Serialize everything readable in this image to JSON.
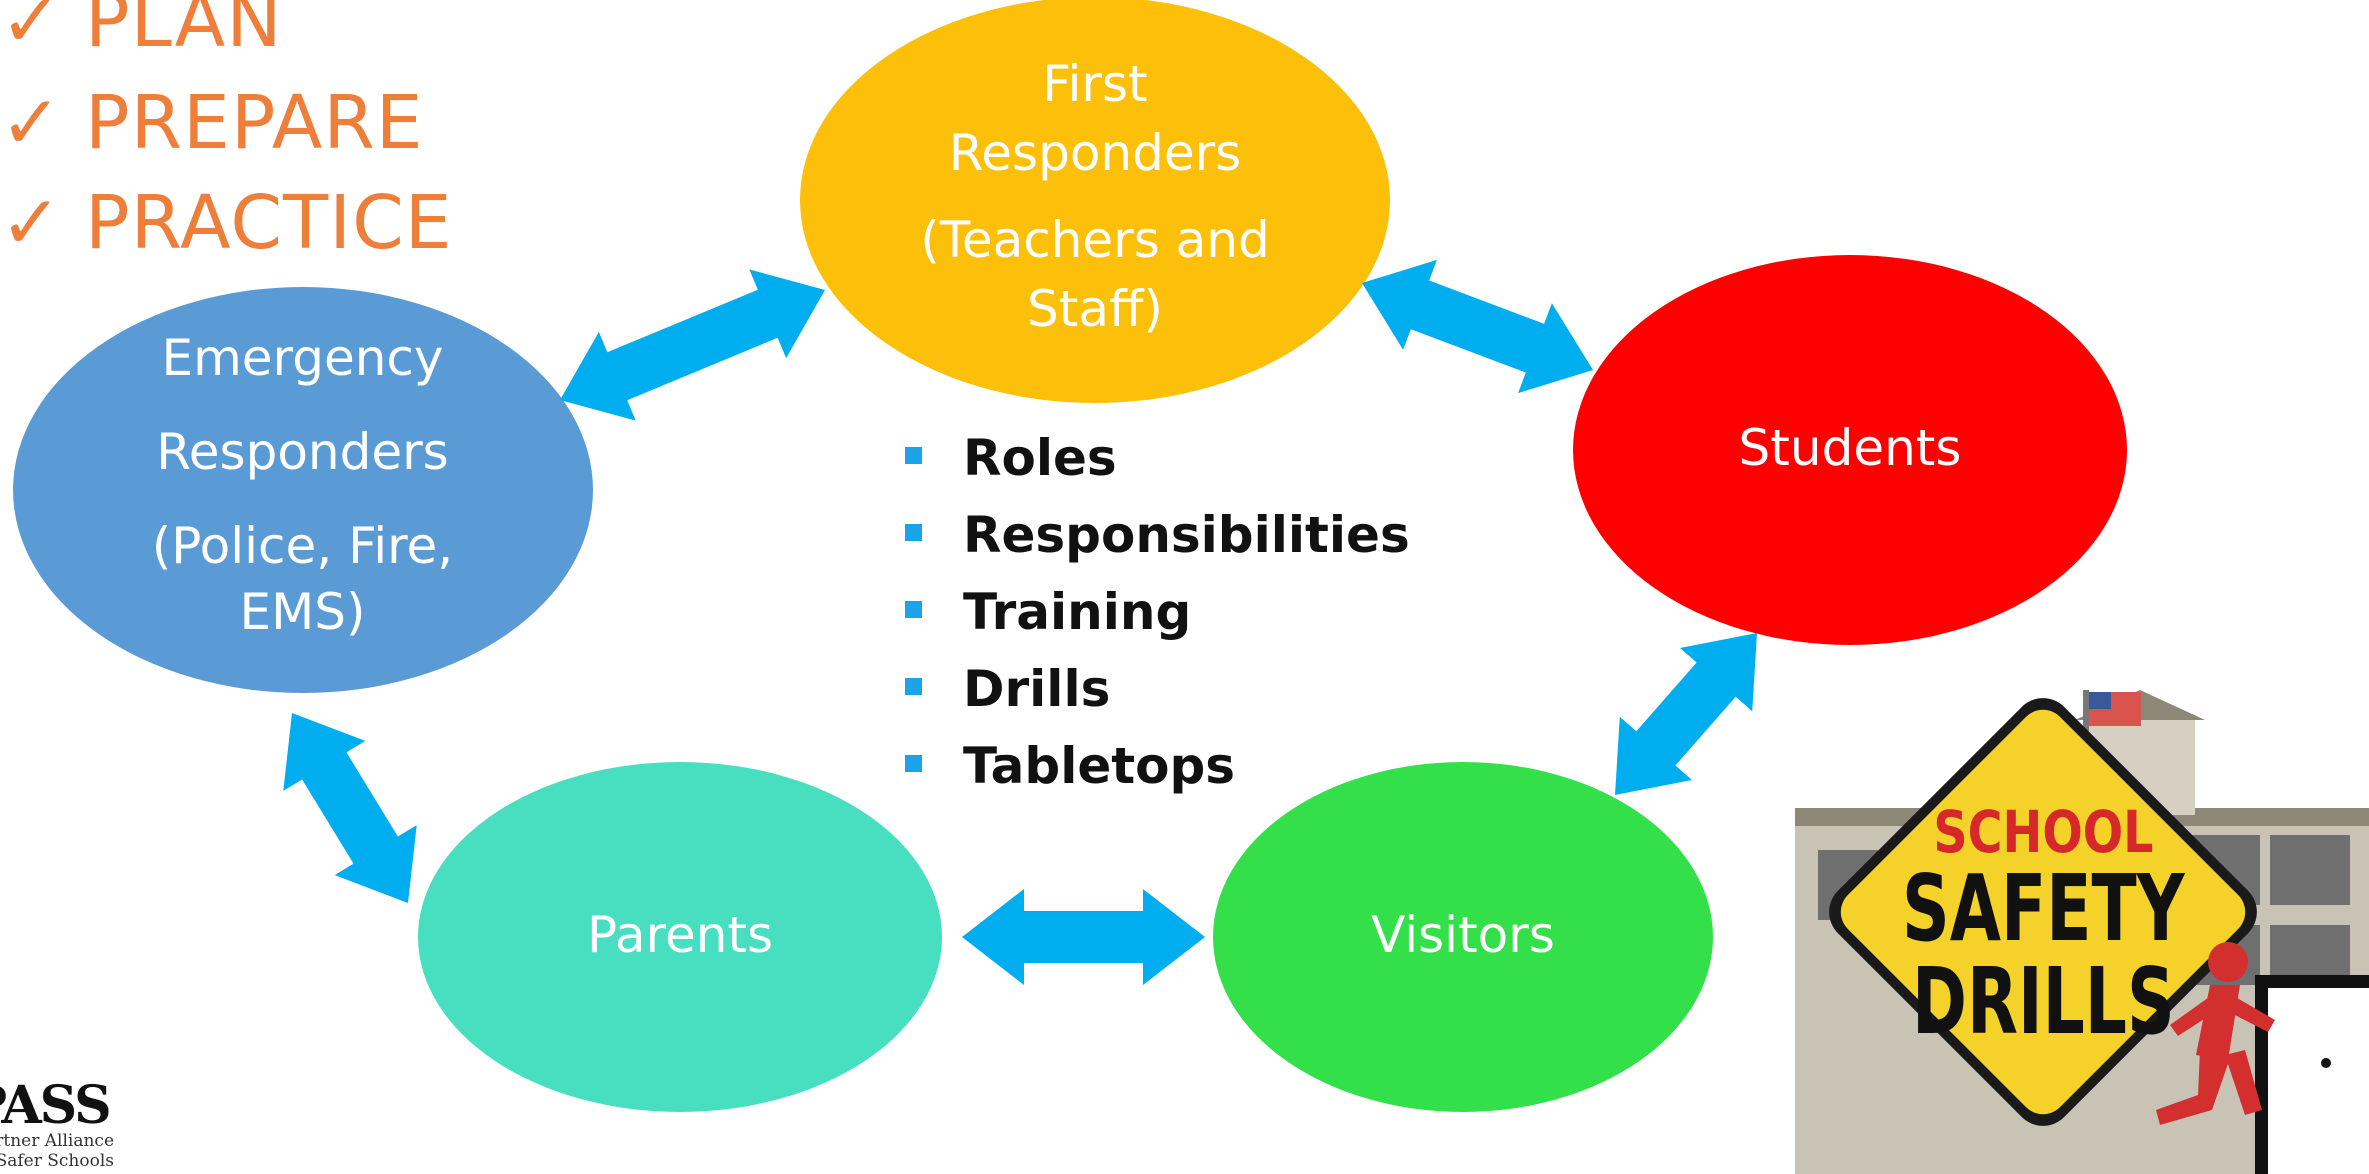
{
  "checklist": [
    {
      "mark": "✓",
      "label": "PLAN"
    },
    {
      "mark": "✓",
      "label": "PREPARE"
    },
    {
      "mark": "✓",
      "label": "PRACTICE"
    }
  ],
  "nodes": {
    "first_responders": {
      "lines": [
        "First",
        "Responders",
        "(Teachers and",
        "Staff)"
      ],
      "color": "#fcbf0a"
    },
    "emergency_responders": {
      "lines": [
        "Emergency",
        "Responders",
        "(Police, Fire,",
        "EMS)"
      ],
      "color": "#5b9bd5"
    },
    "students": {
      "lines": [
        "Students"
      ],
      "color": "#ff0000"
    },
    "parents": {
      "lines": [
        "Parents"
      ],
      "color": "#48dfc0"
    },
    "visitors": {
      "lines": [
        "Visitors"
      ],
      "color": "#33e04a"
    }
  },
  "arrow_color": "#00aeef",
  "bullets": [
    "Roles",
    "Responsibilities",
    "Training",
    "Drills",
    "Tabletops"
  ],
  "safety_sign": {
    "line1": "SCHOOL",
    "line2": "SAFETY",
    "line3": "DRILLS"
  },
  "logo": {
    "name": "PASS",
    "line1": "Partner Alliance",
    "line2": "Safer Schools"
  }
}
